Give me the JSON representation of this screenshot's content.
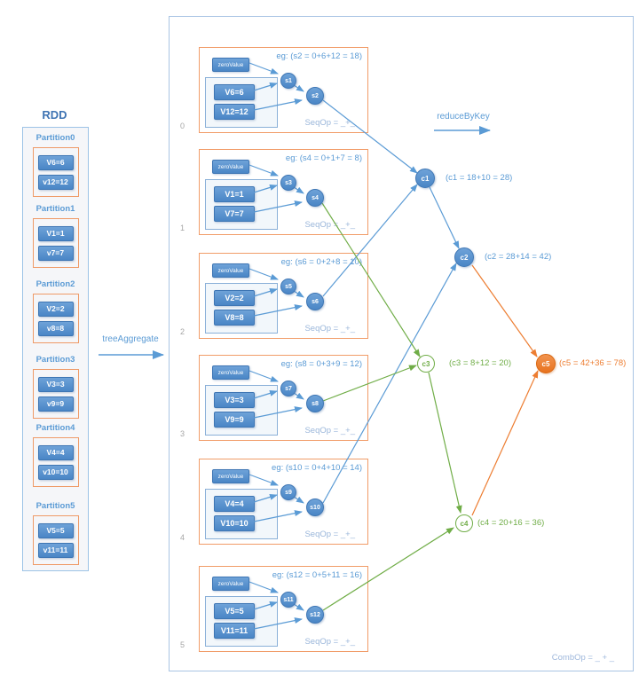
{
  "diagram": {
    "rdd": {
      "title": "RDD",
      "partitions": [
        {
          "label": "Partition0",
          "values": [
            "V6=6",
            "v12=12"
          ]
        },
        {
          "label": "Partition1",
          "values": [
            "V1=1",
            "v7=7"
          ]
        },
        {
          "label": "Partition2",
          "values": [
            "V2=2",
            "v8=8"
          ]
        },
        {
          "label": "Partition3",
          "values": [
            "V3=3",
            "v9=9"
          ]
        },
        {
          "label": "Partition4",
          "values": [
            "V4=4",
            "v10=10"
          ]
        },
        {
          "label": "Partition5",
          "values": [
            "V5=5",
            "v11=11"
          ]
        }
      ]
    },
    "tree_aggregate_label": "treeAggregate",
    "reduce_by_key_label": "reduceByKey",
    "comb_op_label": "CombOp = _ + _",
    "seq_partitions": [
      {
        "index": "0",
        "zero_value_label": "zeroValue",
        "values": [
          "V6=6",
          "V12=12"
        ],
        "step_nodes": [
          "s1",
          "s2"
        ],
        "example": "eg: (s2 = 0+6+12 = 18)",
        "seq_op_label": "SeqOp = _+_"
      },
      {
        "index": "1",
        "zero_value_label": "zeroValue",
        "values": [
          "V1=1",
          "V7=7"
        ],
        "step_nodes": [
          "s3",
          "s4"
        ],
        "example": "eg: (s4 = 0+1+7 = 8)",
        "seq_op_label": "SeqOp = _+_"
      },
      {
        "index": "2",
        "zero_value_label": "zeroValue",
        "values": [
          "V2=2",
          "V8=8"
        ],
        "step_nodes": [
          "s5",
          "s6"
        ],
        "example": "eg: (s6 = 0+2+8 = 10)",
        "seq_op_label": "SeqOp = _+_"
      },
      {
        "index": "3",
        "zero_value_label": "zeroValue",
        "values": [
          "V3=3",
          "V9=9"
        ],
        "step_nodes": [
          "s7",
          "s8"
        ],
        "example": "eg: (s8 = 0+3+9 = 12)",
        "seq_op_label": "SeqOp = _+_"
      },
      {
        "index": "4",
        "zero_value_label": "zeroValue",
        "values": [
          "V4=4",
          "V10=10"
        ],
        "step_nodes": [
          "s9",
          "s10"
        ],
        "example": "eg: (s10 = 0+4+10 = 14)",
        "seq_op_label": "SeqOp = _+_"
      },
      {
        "index": "5",
        "zero_value_label": "zeroValue",
        "values": [
          "V5=5",
          "V11=11"
        ],
        "step_nodes": [
          "s11",
          "s12"
        ],
        "example": "eg: (s12 = 0+5+11 = 16)",
        "seq_op_label": "SeqOp = _+_"
      }
    ],
    "combine_nodes": [
      {
        "id": "c1",
        "annotation": "(c1 = 18+10 = 28)"
      },
      {
        "id": "c2",
        "annotation": "(c2 = 28+14 = 42)"
      },
      {
        "id": "c3",
        "annotation": "(c3 = 8+12 = 20)"
      },
      {
        "id": "c4",
        "annotation": "(c4 = 20+16 = 36)"
      },
      {
        "id": "c5",
        "annotation": "(c5 = 42+36 = 78)"
      }
    ],
    "colors": {
      "blue": "#5b9bd5",
      "green": "#70ad47",
      "orange": "#ed7d31",
      "light_label_blue": "#9fb8dc"
    }
  }
}
